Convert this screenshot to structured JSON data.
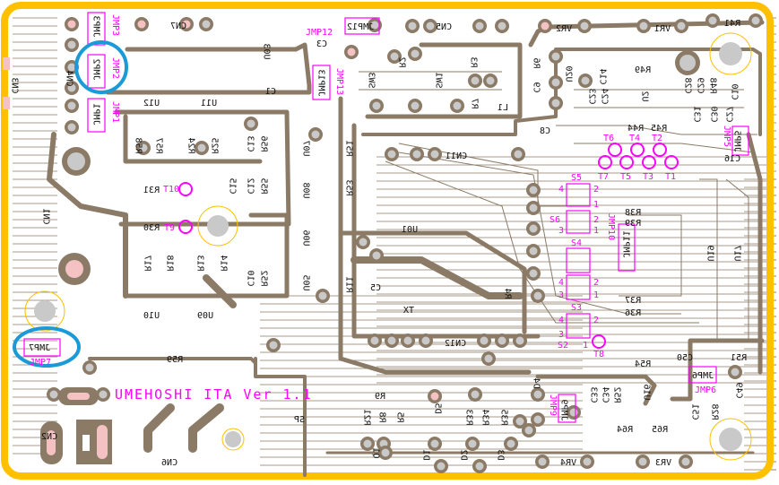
{
  "colors": {
    "board_outline": "#ffc000",
    "copper": "#8b7a66",
    "silkscreen_highlight": "#ff00ff",
    "marker": "#1a9ad6",
    "pad_hole": "#c9c9c9",
    "pad_exposed": "#f4c2c2"
  },
  "title": "UMEHOSHI ITA Ver 1.1",
  "labels": {
    "cn7": "CN7",
    "cn5": "CN5",
    "cn3": "CN3",
    "cn4": "CN4",
    "cn1": "CN1",
    "cn2": "CN2",
    "cn6": "CN6",
    "cn11": "CN11",
    "cn12": "CN12",
    "jmp1": "JMP1",
    "jmp2": "JMP2",
    "jmp3": "JMP3",
    "jmp12": "JMP12",
    "jmp13": "JMP13",
    "jmp5": "JMP5",
    "jmp6": "JMP6",
    "jmp7": "JMP7",
    "jmp9": "JMP9",
    "jmp10": "JMP10",
    "jmp11": "JMP11",
    "u03": "U03",
    "c3": "C3",
    "c1": "C1",
    "sw3": "SW3",
    "sw1": "SW1",
    "r2": "R2",
    "r3": "R3",
    "l1": "L1",
    "r7": "R7",
    "c9": "C9",
    "r6": "R6",
    "u20": "U20",
    "vr2": "VR2",
    "vr1": "VR1",
    "r41": "R41",
    "r49": "R49",
    "c14": "C14",
    "c23": "C23",
    "c24": "C24",
    "u2": "U2",
    "r48": "R48",
    "c29": "C29",
    "c28": "C28",
    "c10": "C10",
    "c27": "C27",
    "c30": "C30",
    "c31": "C31",
    "c16": "C16",
    "c8": "C8",
    "r44": "R44",
    "r45": "R45",
    "u12": "U12",
    "u11": "U11",
    "r58": "R58",
    "r57": "R57",
    "r24": "R24",
    "r25": "R25",
    "c13": "C13",
    "r56": "R56",
    "u07": "U07",
    "u08": "U08",
    "c12": "C12",
    "r55": "R55",
    "r31": "R31",
    "r30": "R30",
    "r51": "R51",
    "r53": "R53",
    "u01": "U01",
    "r11": "R11",
    "c5": "C5",
    "tx": "TX",
    "r4": "R4",
    "r37": "R37",
    "r36": "R36",
    "r38": "R38",
    "r39": "R39",
    "u19": "U19",
    "u17": "U17",
    "c50": "C50",
    "r54b": "R54",
    "r59": "R59",
    "c49": "C49",
    "c51": "C51",
    "c33": "C33",
    "c34": "C34",
    "r52": "R52",
    "u16": "U16",
    "r64": "R64",
    "r65": "R65",
    "vr4": "VR4",
    "vr3": "VR3",
    "d4": "D4",
    "d5": "D5",
    "d1": "D1",
    "d2": "D2",
    "d3": "D3",
    "r33": "R33",
    "r34": "R34",
    "r35": "R35",
    "r9": "R9",
    "r8": "R8",
    "r5": "R5",
    "q1": "Q1",
    "sp": "SP",
    "u10": "U10",
    "u09": "U09",
    "u06": "U06",
    "u05": "U05",
    "r17": "R17",
    "r18": "R18",
    "r13": "R13",
    "r14": "R14",
    "c10b": "C10",
    "c15": "C15",
    "r21": "R21",
    "r52b": "R52",
    "r28": "R28"
  },
  "testpoints": {
    "t1": "T1",
    "t2": "T2",
    "t3": "T3",
    "t4": "T4",
    "t5": "T5",
    "t6": "T6",
    "t7": "T7",
    "t8": "T8",
    "t9": "T9",
    "t10": "T10"
  },
  "switches": {
    "s2": "S2",
    "s3": "S3",
    "s4": "S4",
    "s5": "S5",
    "s6": "S6",
    "pin1": "1",
    "pin2": "2",
    "pin3": "3",
    "pin4": "4"
  }
}
